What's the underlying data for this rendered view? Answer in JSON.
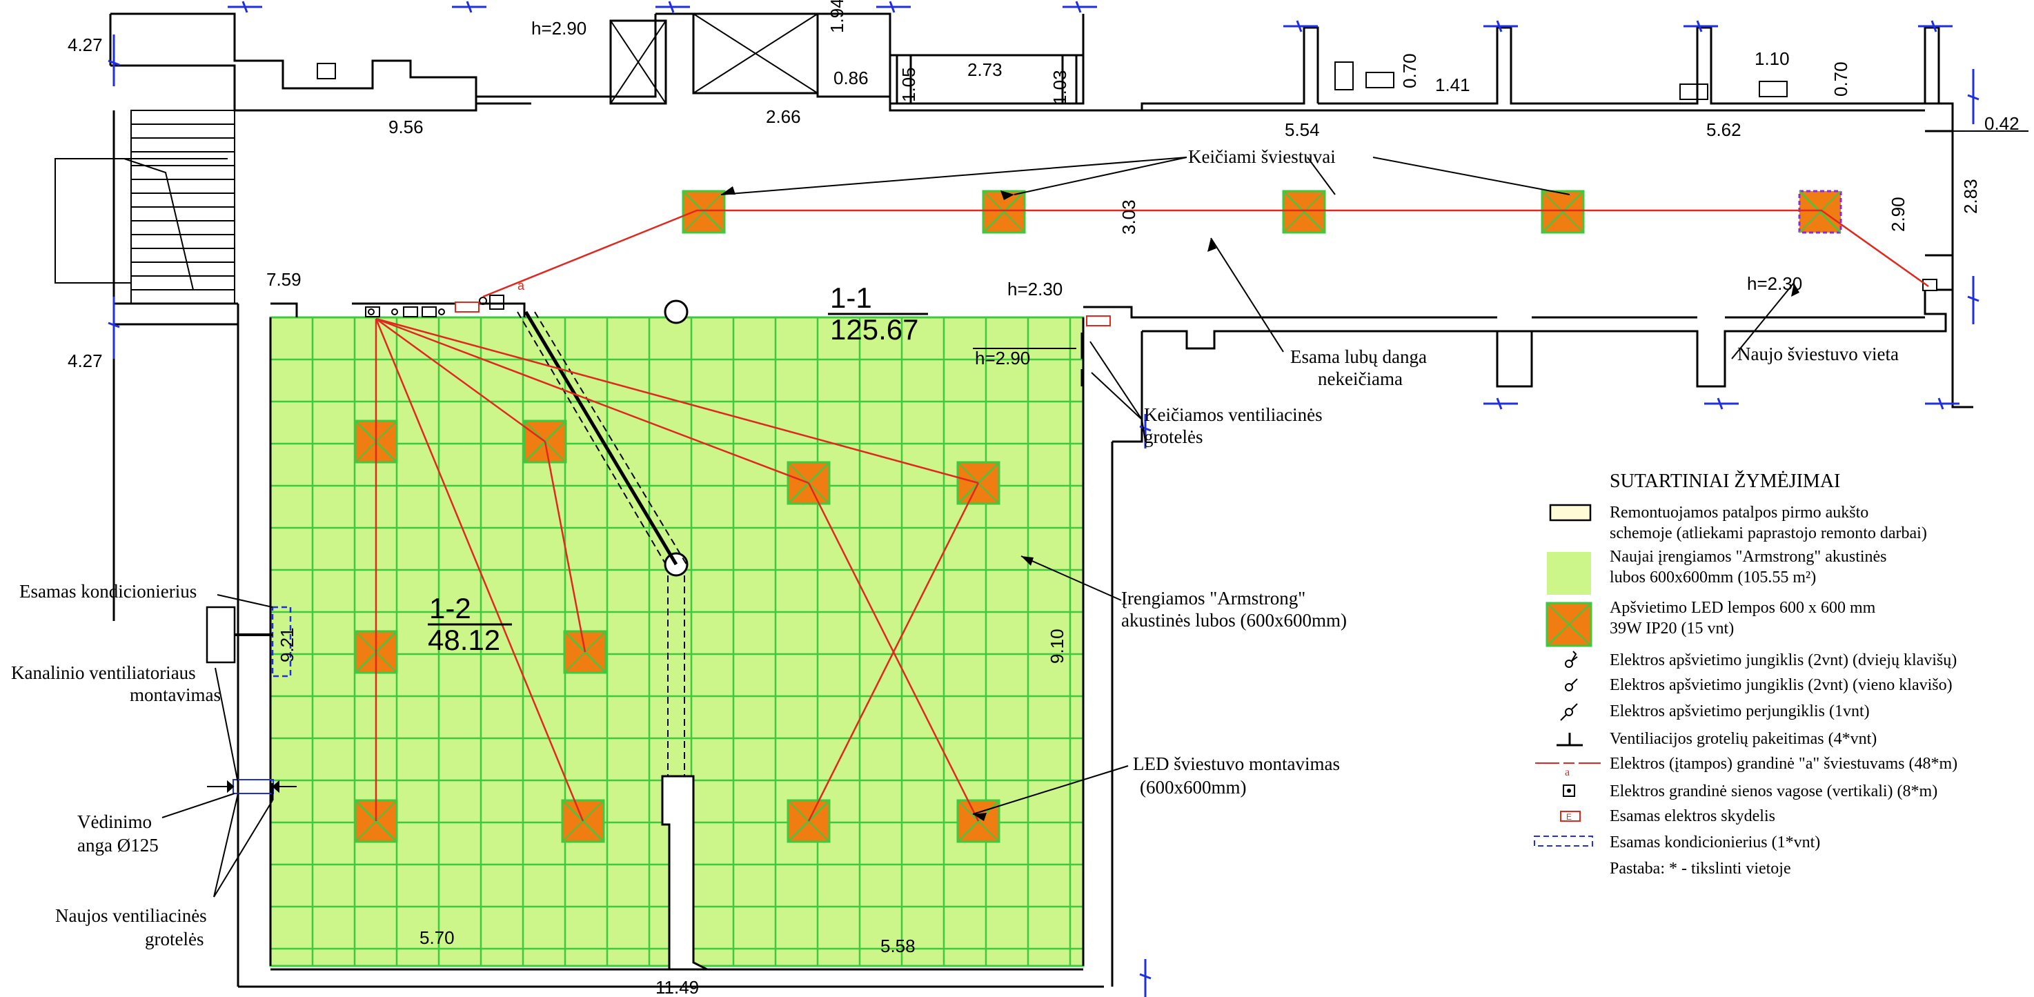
{
  "colors": {
    "ceiling_fill": "#ccf58a",
    "grid_line": "#3ec93e",
    "lamp_fill": "#f07d12",
    "circuit": "#e0281e",
    "wall": "#000000",
    "cut": "#1f2fe0",
    "panel": "#e0281e"
  },
  "dims": {
    "d427a": "4.27",
    "d956": "9.56",
    "d290a": "h=2.90",
    "d194": "1.94",
    "d086": "0.86",
    "d266": "2.66",
    "d105": "1.05",
    "d273": "2.73",
    "d103": "1.03",
    "d070a": "0.70",
    "d141": "1.41",
    "d554": "5.54",
    "d110": "1.10",
    "d070b": "0.70",
    "d562": "5.62",
    "d042": "0.42",
    "d290b": "2.90",
    "d283": "2.83",
    "d303": "3.03",
    "d759": "7.59",
    "d230a": "h=2.30",
    "d230b": "h=2.30",
    "d427b": "4.27",
    "d290c": "h=2.90",
    "d921": "9.21",
    "d910": "9.10",
    "d570": "5.70",
    "d558": "5.58",
    "d1149": "11.49"
  },
  "rooms": {
    "r11_num": "1-1",
    "r11_area": "125.67",
    "r12_num": "1-2",
    "r12_area": "48.12"
  },
  "annotations": {
    "keiciami": "Keičiami šviestuvai",
    "esama_lubu_1": "Esama lubų danga",
    "esama_lubu_2": "nekeičiama",
    "naujo": "Naujo šviestuvo vieta",
    "vent_1": "Keičiamos ventiliacinės",
    "vent_2": "grotelės",
    "arm_1": "Įrengiamos \"Armstrong\"",
    "arm_2": "akustinės lubos (600x600mm)",
    "kond": "Esamas kondicionierius",
    "kan_1": "Kanalinio ventiliatoriaus",
    "kan_2": "montavimas",
    "ved_1": "Vėdinimo",
    "ved_2": "anga Ø125",
    "naujos_1": "Naujos ventiliacinės",
    "naujos_2": "grotelės",
    "led_1": "LED šviestuvo montavimas",
    "led_2": "(600x600mm)",
    "circuit_a": "a"
  },
  "legend": {
    "title": "SUTARTINIAI ŽYMĖJIMAI",
    "remont_1": "Remontuojamos patalpos pirmo aukšto",
    "remont_2": "schemoje (atliekami paprastojo remonto darbai)",
    "arm_1": "Naujai įrengiamos \"Armstrong\" akustinės",
    "arm_2": "lubos 600x600mm (105.55 m²)",
    "led_1": "Apšvietimo LED lempos 600 x 600 mm",
    "led_2": " 39W IP20  (15 vnt)",
    "sw2": "Elektros apšvietimo jungiklis (2vnt) (dviejų klavišų)",
    "sw1": "Elektros apšvietimo jungiklis (2vnt) (vieno klavišo)",
    "swp": "Elektros apšvietimo perjungiklis (1vnt)",
    "vent": "Ventiliacijos grotelių pakeitimas (4*vnt)",
    "circ": "Elektros (įtampos) grandinė \"a\" šviestuvams (48*m)",
    "vert": "Elektros grandinė sienos vagose (vertikali) (8*m)",
    "panel": "Esamas elektros skydelis",
    "kond": "Esamas kondicionierius (1*vnt)",
    "note": "Pastaba:  * - tikslinti  vietoje",
    "circ_a": "a"
  }
}
